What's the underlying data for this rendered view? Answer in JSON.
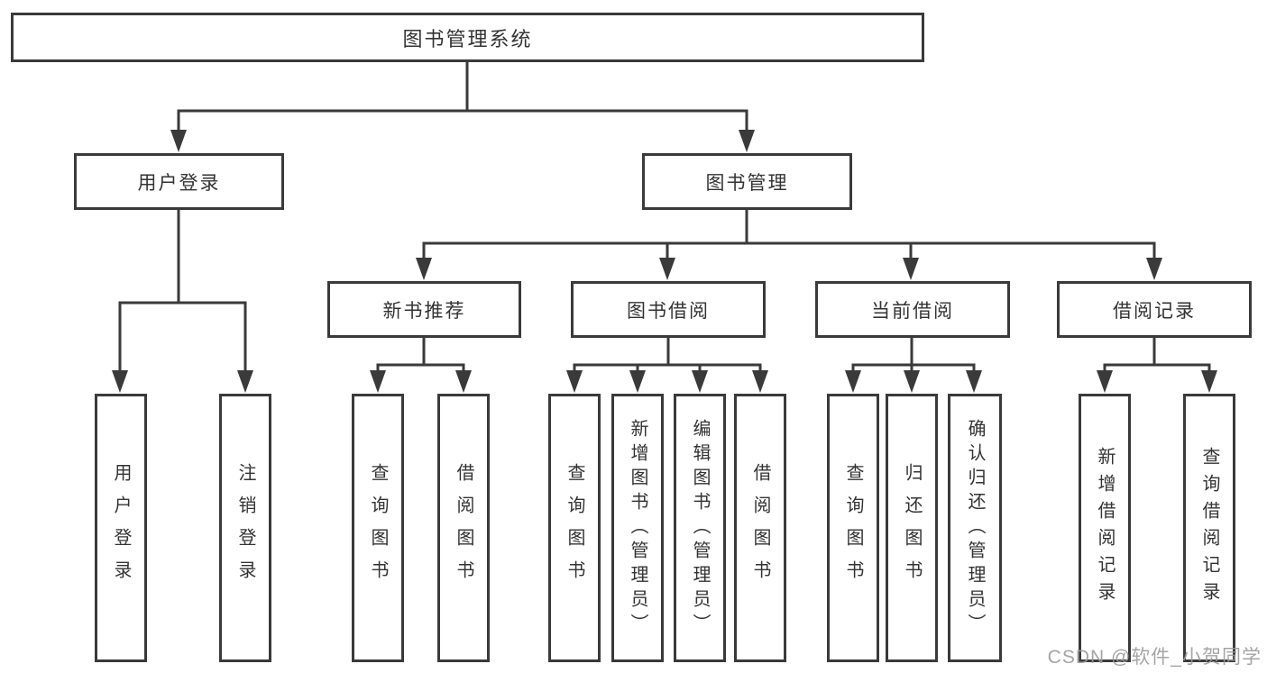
{
  "tree": {
    "label": "图书管理系统",
    "children": [
      {
        "label": "用户登录",
        "children": [
          {
            "label": "用户登录"
          },
          {
            "label": "注销登录"
          }
        ]
      },
      {
        "label": "图书管理",
        "children": [
          {
            "label": "新书推荐",
            "children": [
              {
                "label": "查询图书"
              },
              {
                "label": "借阅图书"
              }
            ]
          },
          {
            "label": "图书借阅",
            "children": [
              {
                "label": "查询图书"
              },
              {
                "label": "新增图书（管理员）"
              },
              {
                "label": "编辑图书（管理员）"
              },
              {
                "label": "借阅图书"
              }
            ]
          },
          {
            "label": "当前借阅",
            "children": [
              {
                "label": "查询图书"
              },
              {
                "label": "归还图书"
              },
              {
                "label": "确认归还（管理员）"
              }
            ]
          },
          {
            "label": "借阅记录",
            "children": [
              {
                "label": "新增借阅记录"
              },
              {
                "label": "查询借阅记录"
              }
            ]
          }
        ]
      }
    ]
  },
  "watermark": {
    "text": "CSDN @软件_小贺同学"
  },
  "colors": {
    "line": "#3a3a3a",
    "text": "#333333",
    "watermark": "#9b9b9b",
    "background": "#ffffff"
  }
}
